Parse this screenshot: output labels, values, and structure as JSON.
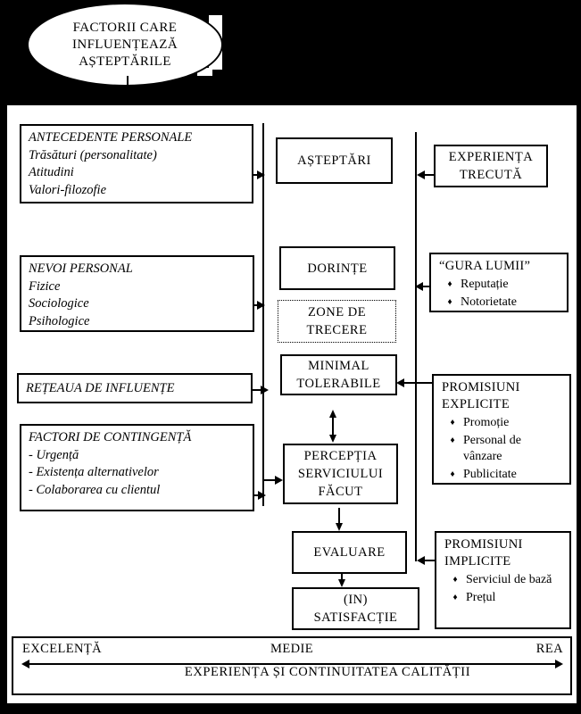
{
  "ellipse": {
    "lines": [
      "FACTORII CARE",
      "INFLUENȚEAZĂ",
      "AȘTEPTĂRILE"
    ]
  },
  "left": {
    "antecedente": {
      "title": "ANTECEDENTE PERSONALE",
      "items": [
        "Trăsături (personalitate)",
        "Atitudini",
        "Valori-filozofie"
      ]
    },
    "nevoi": {
      "title": "NEVOI PERSONAL",
      "items": [
        "Fizice",
        "Sociologice",
        "Psihologice"
      ]
    },
    "reteaua": {
      "title": "REȚEAUA DE INFLUENȚE"
    },
    "factori": {
      "title": "FACTORI DE CONTINGENȚĂ",
      "items": [
        "- Urgență",
        "- Existența alternativelor",
        "- Colaborarea cu clientul"
      ]
    }
  },
  "center": {
    "asteptari": {
      "lines": [
        "AȘTEPTĂRI"
      ]
    },
    "dorinte": {
      "lines": [
        "DORINȚE"
      ]
    },
    "zone": {
      "lines": [
        "ZONE DE",
        "TRECERE"
      ]
    },
    "minimal": {
      "lines": [
        "MINIMAL",
        "TOLERABILE"
      ]
    },
    "perceptia": {
      "lines": [
        "PERCEPȚIA",
        "SERVICIULUI",
        "FĂCUT"
      ]
    },
    "evaluare": {
      "lines": [
        "EVALUARE"
      ]
    },
    "satisfactie": {
      "lines": [
        "(IN)",
        "SATISFACȚIE"
      ]
    }
  },
  "right": {
    "experienta": {
      "lines": [
        "EXPERIENȚA",
        "TRECUTĂ"
      ]
    },
    "gura": {
      "title": "“GURA LUMII”",
      "bullets": [
        "Reputație",
        "Notorietate"
      ]
    },
    "explicite": {
      "title_lines": [
        "PROMISIUNI",
        "EXPLICITE"
      ],
      "bullets": [
        "Promoție",
        "Personal de vânzare",
        "Publicitate"
      ]
    },
    "implicite": {
      "title_lines": [
        "PROMISIUNI",
        "IMPLICITE"
      ],
      "bullets": [
        "Serviciul de bază",
        "Prețul"
      ]
    }
  },
  "scale": {
    "left": "EXCELENȚĂ",
    "center": "MEDIE",
    "right": "REA",
    "caption": "EXPERIENȚA ȘI CONTINUITATEA CALITĂȚII"
  },
  "bullet": "♦",
  "colors": {
    "background": "#000000",
    "paper": "#ffffff",
    "line": "#000000"
  }
}
